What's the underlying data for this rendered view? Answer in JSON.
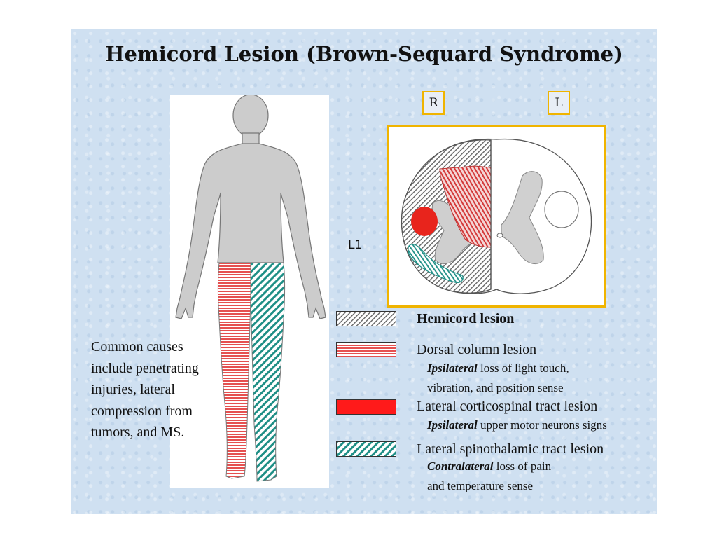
{
  "title": "Hemicord Lesion (Brown-Sequard Syndrome)",
  "labels": {
    "right": "R",
    "left": "L",
    "level": "L1"
  },
  "causes": "Common causes include penetrating injuries, lateral compression from tumors, and MS.",
  "legend": [
    {
      "key": "hemicord",
      "label": "Hemicord lesion",
      "pattern": "gray-diagonal-hatch"
    },
    {
      "key": "dorsal",
      "label": "Dorsal column lesion",
      "emphasis": "Ipsilateral",
      "detail_1": "loss of  light touch,",
      "detail_2": "vibration, and position sense",
      "pattern": "red-horizontal-stripes"
    },
    {
      "key": "corticospinal",
      "label": "Lateral corticospinal tract lesion",
      "emphasis": "Ipsilateral",
      "detail_1": "upper motor neurons signs",
      "pattern": "solid-red"
    },
    {
      "key": "spinothalamic",
      "label": "Lateral spinothalamic tract lesion",
      "emphasis": "Contralateral",
      "detail_1": "loss of  pain",
      "detail_2": "and temperature sense",
      "pattern": "teal-diagonal-hatch"
    }
  ],
  "colors": {
    "background": "#cfe0f1",
    "frame": "#f0b400",
    "lesion_red": "#e8241c",
    "stripe_red": "#e55050",
    "hatch_teal": "#1f8f86",
    "body_gray": "#cccccc"
  }
}
